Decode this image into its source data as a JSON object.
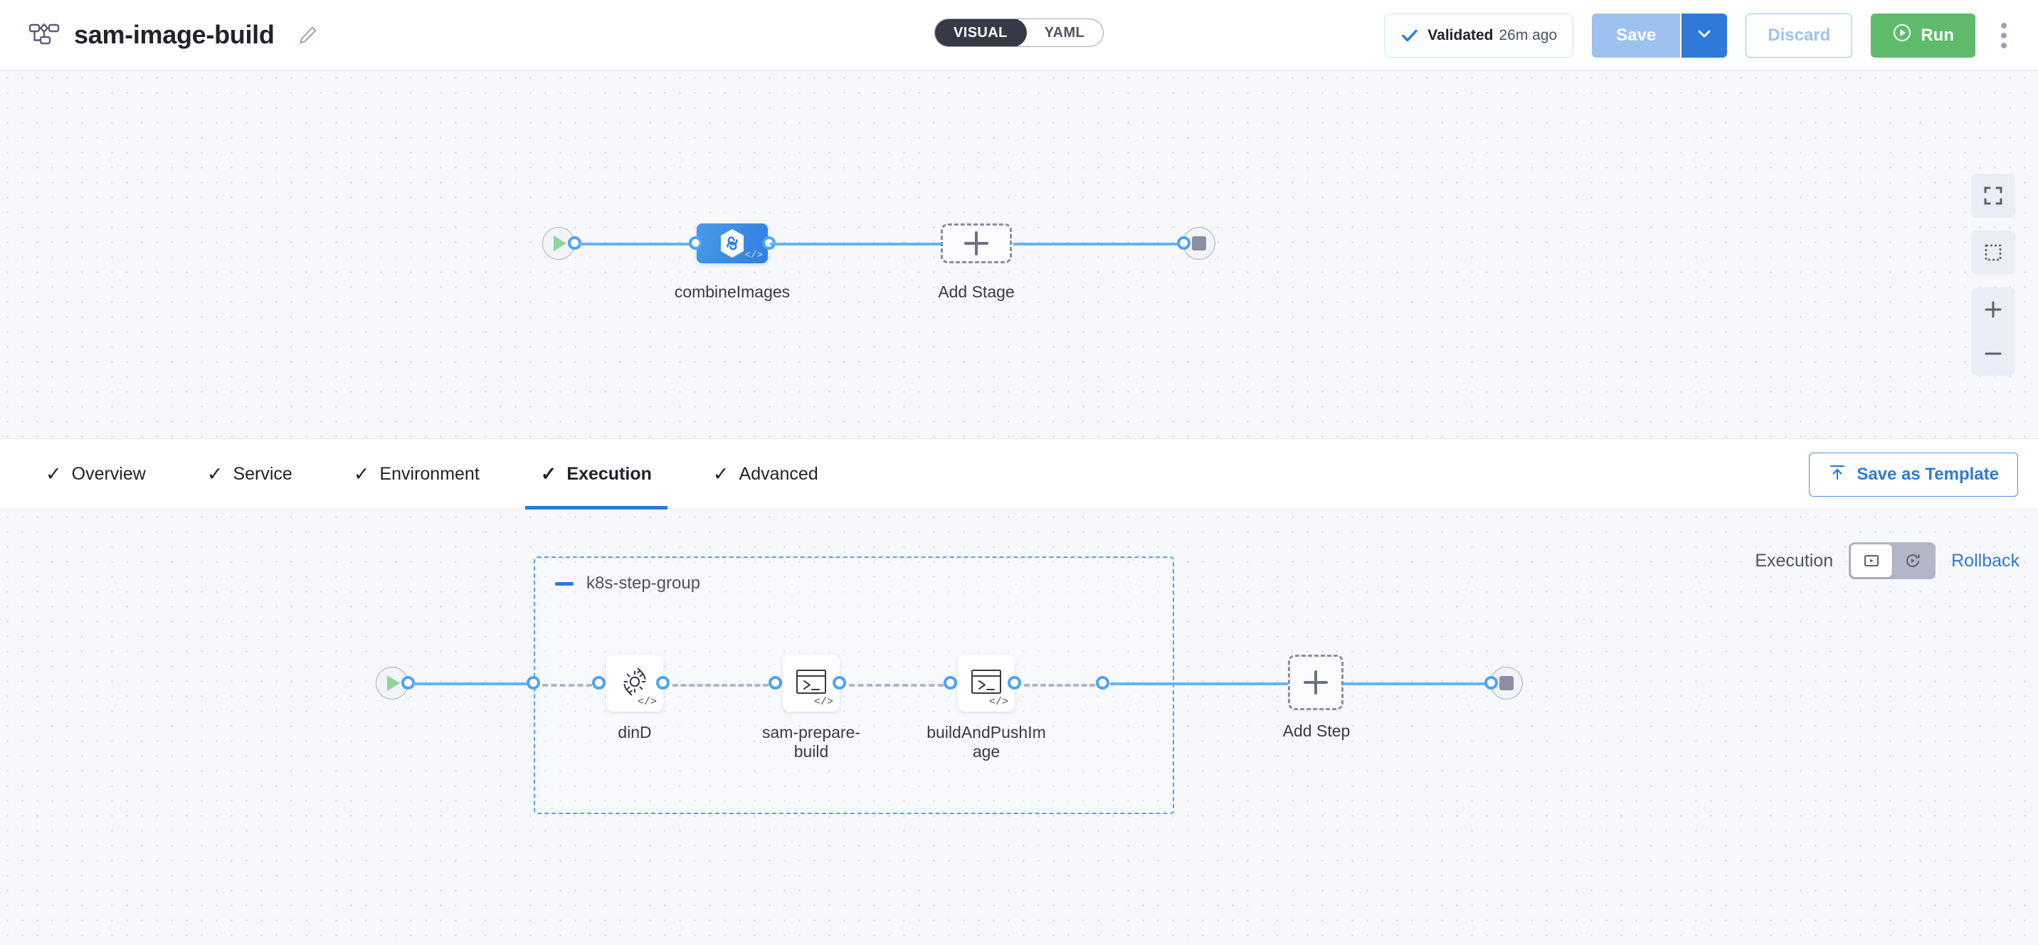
{
  "header": {
    "pipeline_icon": "pipeline-icon",
    "title": "sam-image-build",
    "edit_icon": "pencil-icon",
    "view_toggle": {
      "visual": "VISUAL",
      "yaml": "YAML",
      "selected": "VISUAL"
    },
    "validated": {
      "check_icon": "check-icon",
      "label": "Validated",
      "time": "26m ago"
    },
    "save_label": "Save",
    "save_caret_icon": "chevron-down-icon",
    "discard_label": "Discard",
    "run_label": "Run",
    "run_icon": "play-circle-icon",
    "more_icon": "kebab-menu-icon"
  },
  "stage_canvas": {
    "start_icon": "play-icon",
    "end_icon": "stop-icon",
    "stage": {
      "name": "combineImages",
      "icon": "harness-ci-hexagon-icon",
      "code_badge": "</>"
    },
    "add_stage_label": "Add Stage",
    "add_icon": "plus-icon"
  },
  "zoom_tools": [
    {
      "name": "fit-to-screen-icon"
    },
    {
      "name": "selection-box-icon"
    },
    {
      "name": "zoom-in-icon"
    },
    {
      "name": "zoom-out-icon"
    }
  ],
  "tabs": [
    {
      "label": "Overview",
      "check": "✓",
      "active": false
    },
    {
      "label": "Service",
      "check": "✓",
      "active": false
    },
    {
      "label": "Environment",
      "check": "✓",
      "active": false
    },
    {
      "label": "Execution",
      "check": "✓",
      "active": true
    },
    {
      "label": "Advanced",
      "check": "✓",
      "active": false
    }
  ],
  "save_as_template": {
    "label": "Save as Template",
    "icon": "upload-template-icon"
  },
  "execution_switch": {
    "label": "Execution",
    "execution_icon": "execution-play-box-icon",
    "rollback_icon": "rollback-clock-icon",
    "selected": "execution",
    "rollback_label": "Rollback"
  },
  "step_canvas": {
    "start_icon": "play-icon",
    "end_icon": "stop-icon",
    "group": {
      "title": "k8s-step-group",
      "collapse_icon": "minus-icon"
    },
    "steps": [
      {
        "name": "dinD",
        "icon": "gear-refresh-icon",
        "code_badge": "</>"
      },
      {
        "name": "sam-prepare-\nbuild",
        "icon": "shell-script-icon",
        "code_badge": "</>"
      },
      {
        "name": "buildAndPushIm\nage",
        "icon": "shell-script-icon",
        "code_badge": "</>"
      }
    ],
    "add_step_label": "Add Step",
    "add_icon": "plus-icon"
  },
  "colors": {
    "accent_blue": "#2e7ad6",
    "link_blue": "#64b5f6",
    "run_green": "#5fbb6b",
    "canvas_bg": "#f7f8fc",
    "stage_blue": "#3182e0"
  }
}
